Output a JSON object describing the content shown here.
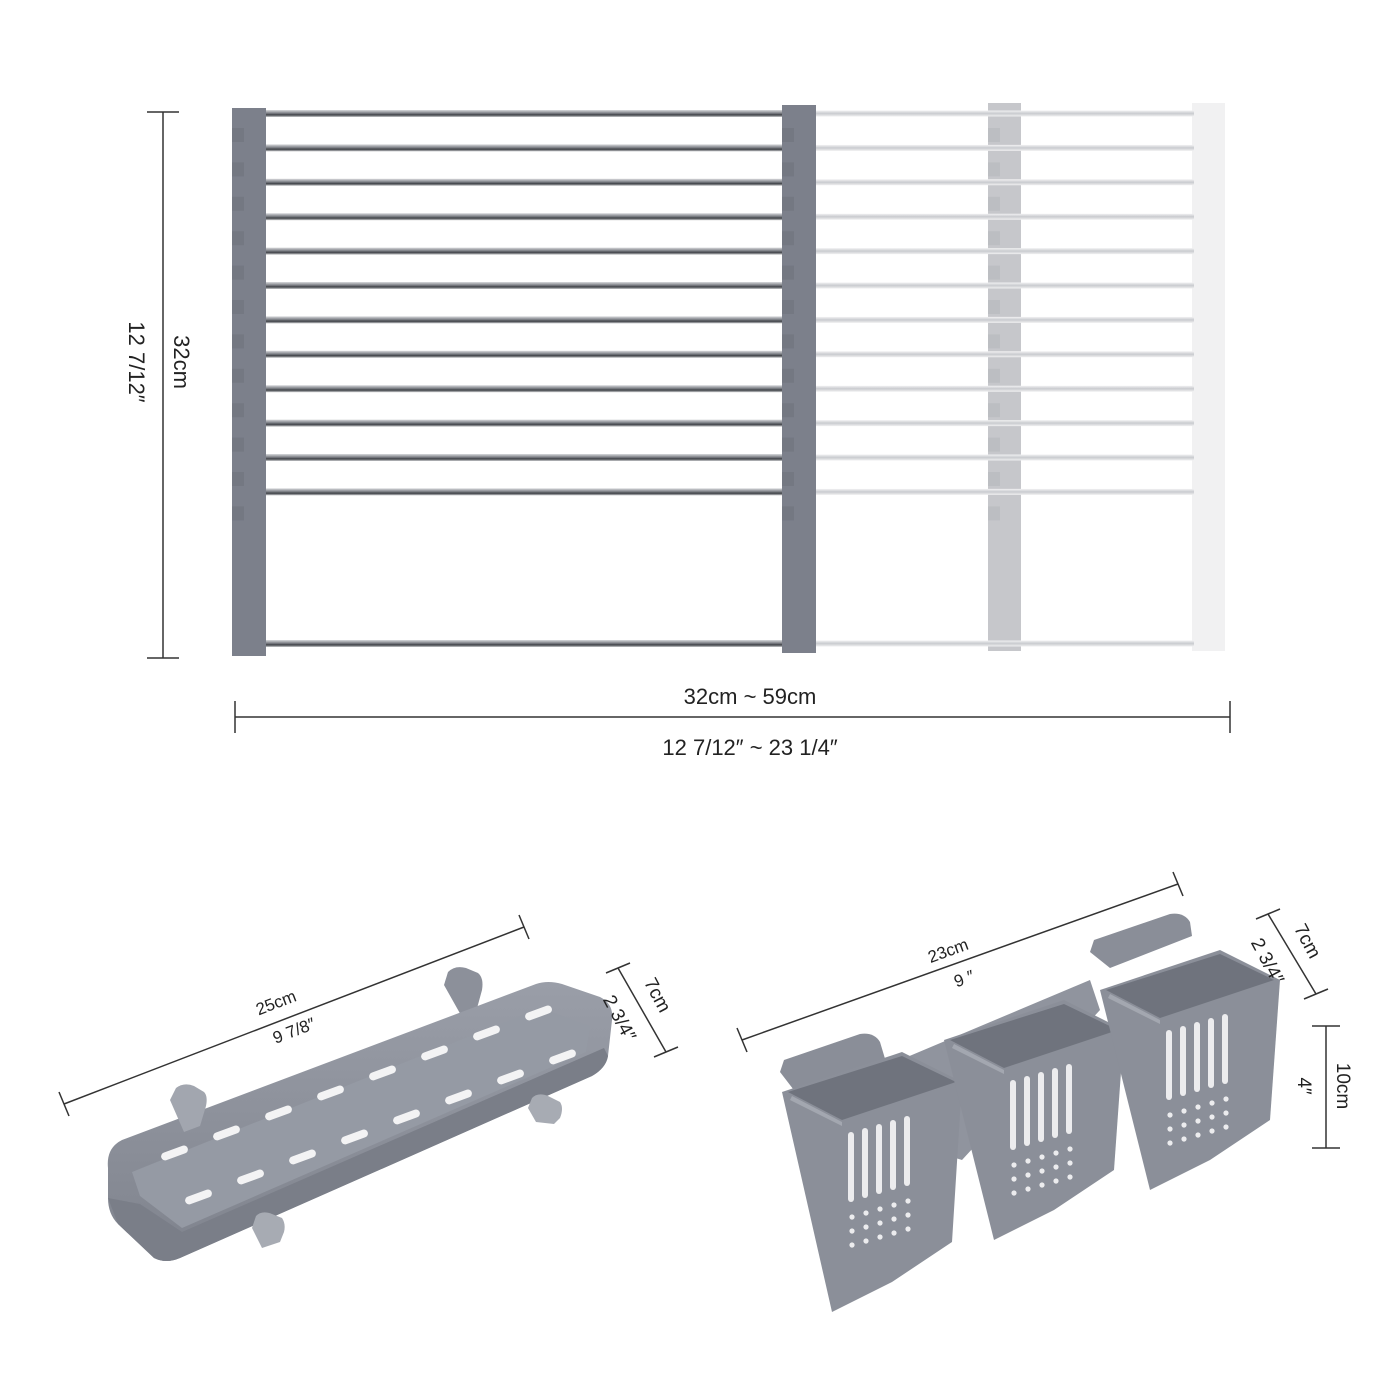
{
  "colors": {
    "frame": "#7d818c",
    "frame_light": "#c8c9cc",
    "frame_faint": "#eeeeef",
    "steel_dark": "#8a8d93",
    "steel_light": "#e8e9eb",
    "plastic": "#8c909b",
    "plastic_dark": "#6f737d",
    "dim_line": "#333333"
  },
  "roller_rack": {
    "height_metric": "32cm",
    "height_imperial": "12 7/12″",
    "width_metric": "32cm ~ 59cm",
    "width_imperial": "12 7/12″ ~ 23 1/4″"
  },
  "soap_tray": {
    "length_metric": "25cm",
    "length_imperial": "9 7/8″",
    "depth_metric": "7cm",
    "depth_imperial": "2 3/4″"
  },
  "utensil_holder": {
    "length_metric": "23cm",
    "length_imperial": "9 ″",
    "depth_metric": "7cm",
    "depth_imperial": "2 3/4″",
    "height_metric": "10cm",
    "height_imperial": "4″"
  }
}
